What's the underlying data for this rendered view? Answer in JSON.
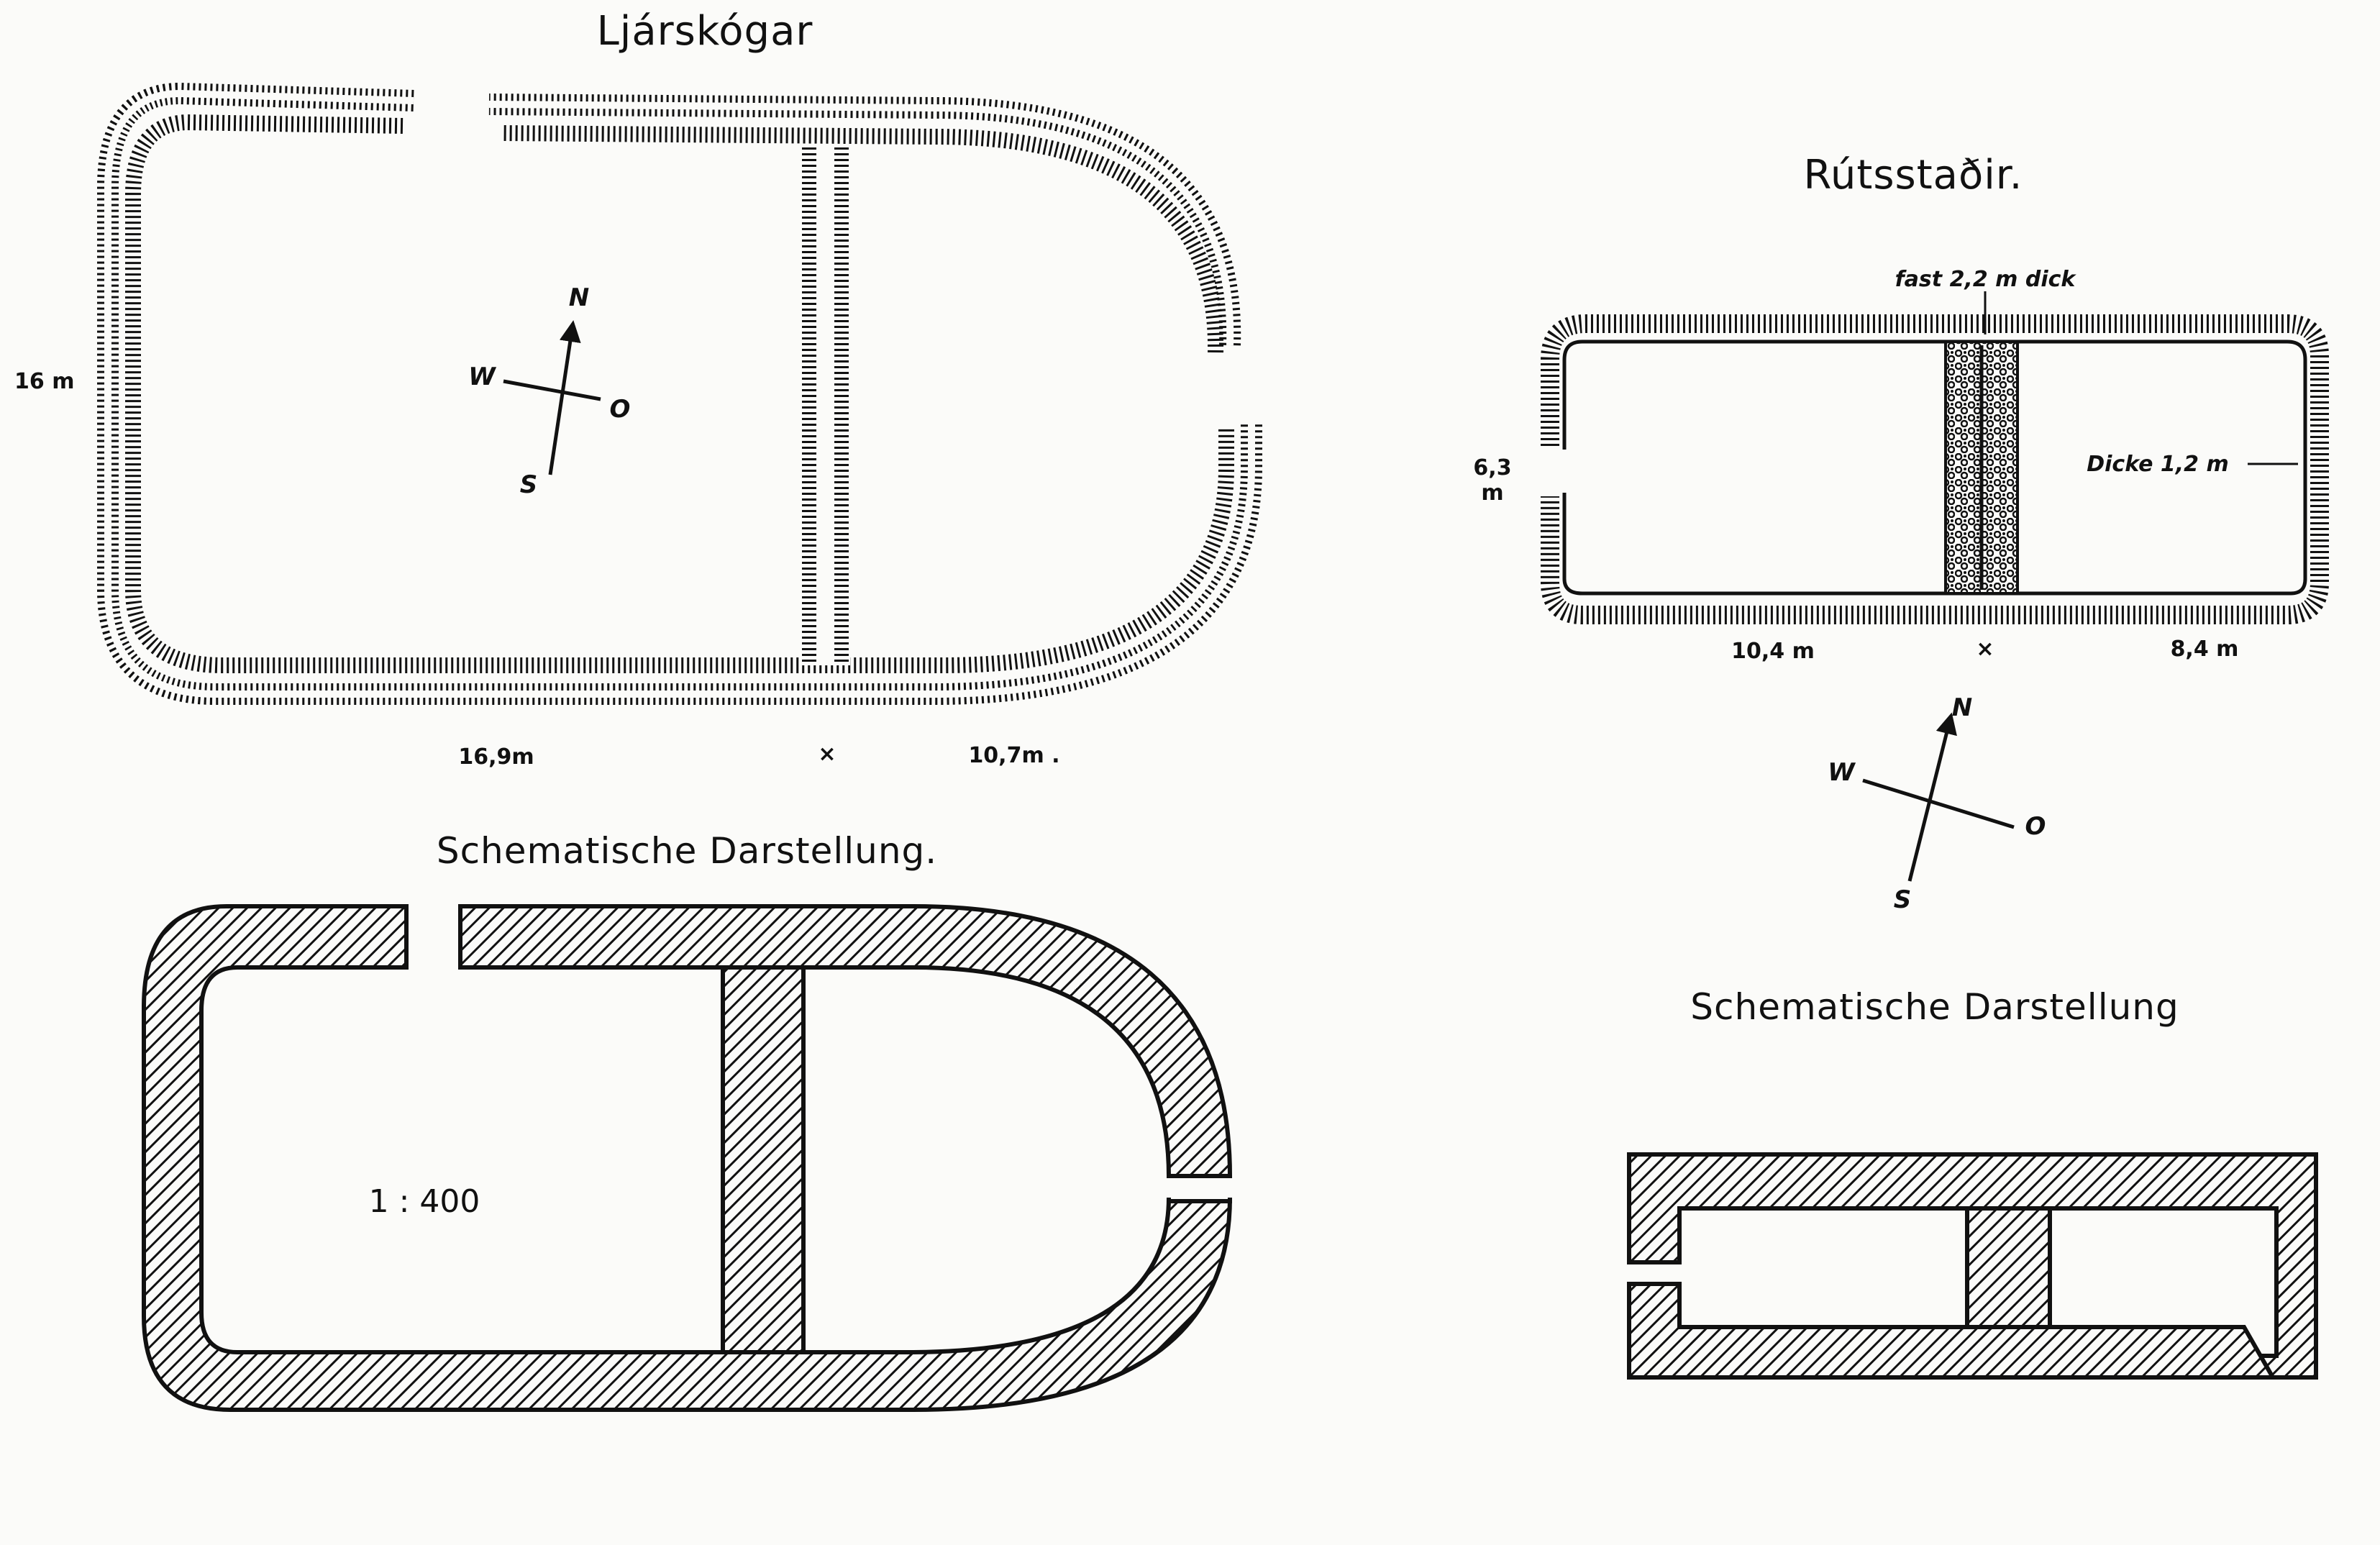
{
  "figure": {
    "ljarskogar": {
      "title": "Ljárskógar",
      "dims": {
        "height": "16 m",
        "west": "16,9m",
        "east": "10,7m .",
        "divider": "×"
      },
      "schematic_title": "Schematische Darstellung.",
      "scale": "1 : 400"
    },
    "rutsstadir": {
      "title": "Rútsstaðir.",
      "dims": {
        "partition_note": "fast 2,2 m dick",
        "thickness_note": "Dicke 1,2 m",
        "height_top": "6,3",
        "height_bottom": "m",
        "west": "10,4 m",
        "east": "8,4 m",
        "divider": "×"
      },
      "schematic_title": "Schematische Darstellung"
    },
    "compass": {
      "north": "N",
      "south": "S",
      "west": "W",
      "east": "O"
    }
  }
}
